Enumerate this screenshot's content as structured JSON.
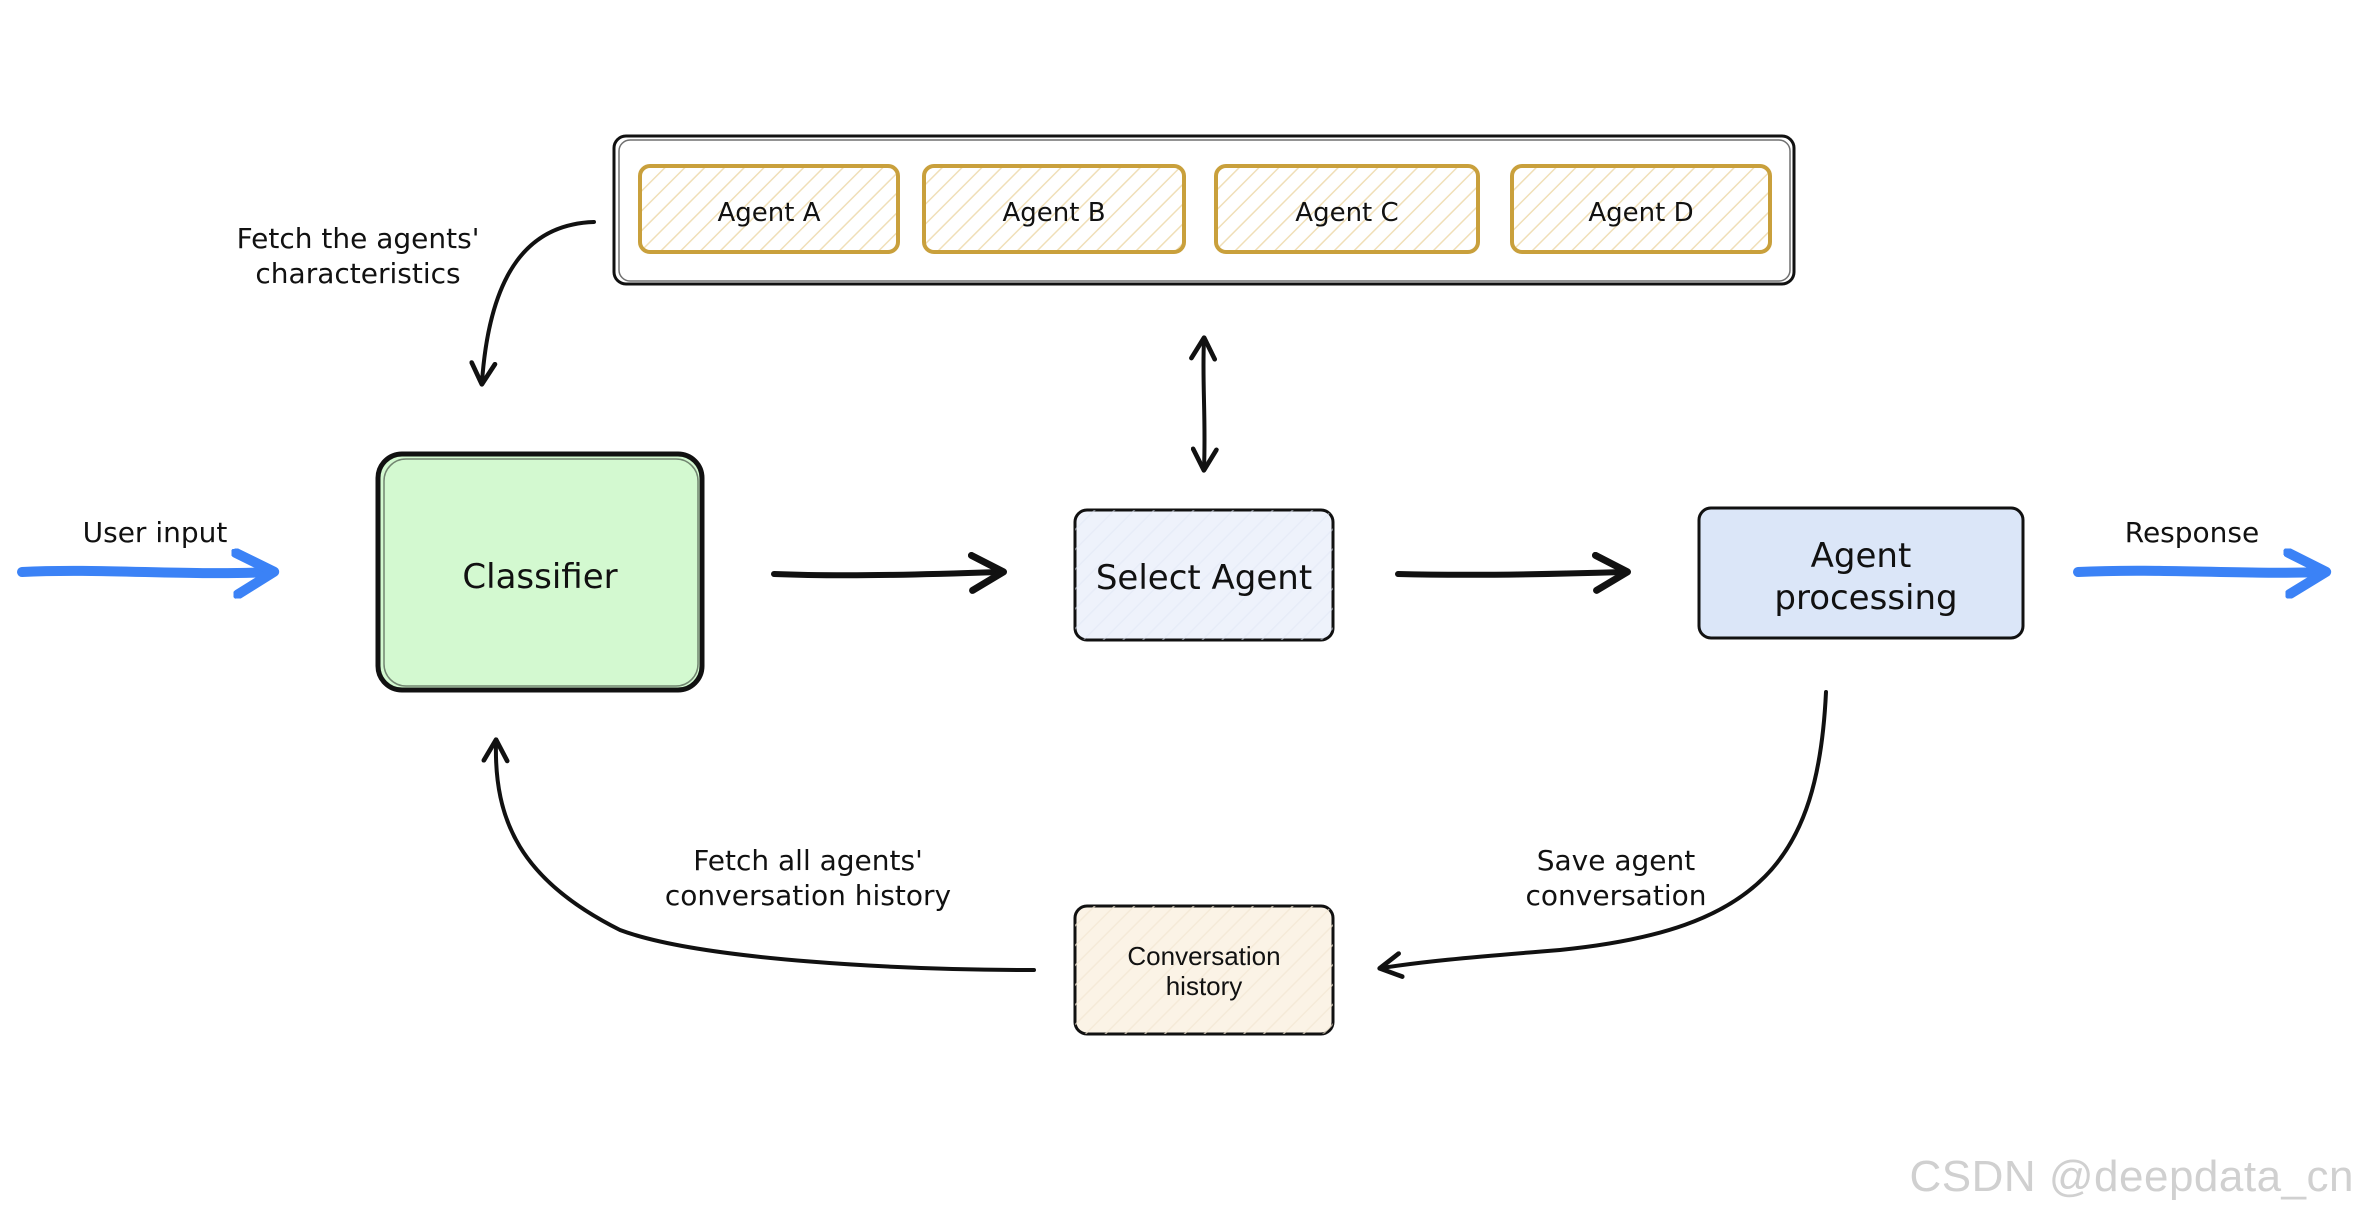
{
  "agents_panel": {
    "agents": [
      "Agent A",
      "Agent B",
      "Agent C",
      "Agent D"
    ]
  },
  "nodes": {
    "classifier": "Classifier",
    "select_agent": "Select Agent",
    "agent_processing_line1": "Agent",
    "agent_processing_line2": "processing",
    "history_line1": "Conversation",
    "history_line2": "history"
  },
  "edge_labels": {
    "user_input": "User input",
    "response": "Response",
    "fetch_characteristics_line1": "Fetch the agents'",
    "fetch_characteristics_line2": "characteristics",
    "fetch_history_line1": "Fetch all agents'",
    "fetch_history_line2": "conversation history",
    "save_line1": "Save agent",
    "save_line2": "conversation"
  },
  "watermark": "CSDN @deepdata_cn",
  "colors": {
    "classifier_fill": "#d3f9d0",
    "select_agent_fill": "#eef2fb",
    "agent_processing_fill": "#dbe6f8",
    "history_fill": "#fbf3e6",
    "agent_border": "#c9a03c",
    "agent_hatch": "#f0dfb8",
    "input_arrow": "#3b82f6",
    "stroke": "#111111"
  }
}
